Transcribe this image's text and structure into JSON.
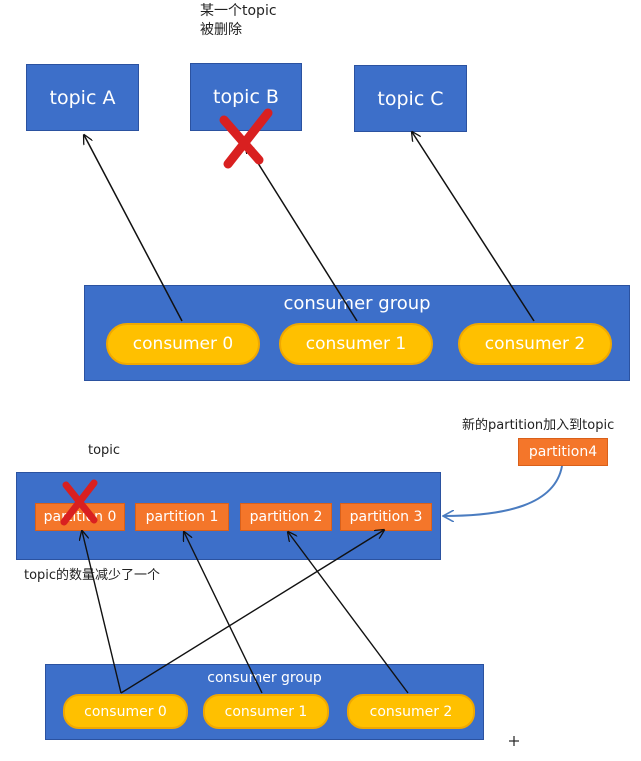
{
  "top_section": {
    "note_line1": "某一个topic",
    "note_line2": "被删除",
    "topics": [
      "topic A",
      "topic B",
      "topic C"
    ],
    "group_label": "consumer group",
    "consumers": [
      "consumer 0",
      "consumer 1",
      "consumer 2"
    ]
  },
  "bottom_section": {
    "topic_label": "topic",
    "partitions": [
      "partition 0",
      "partition 1",
      "partition 2",
      "partition 3"
    ],
    "new_partition_note": "新的partition加入到topic",
    "new_partition": "partition4",
    "decrease_note": "topic的数量减少了一个",
    "group_label": "consumer group",
    "consumers": [
      "consumer 0",
      "consumer 1",
      "consumer 2"
    ]
  },
  "colors": {
    "topic_blue": "#3d6fc9",
    "consumer_yellow": "#ffc000",
    "partition_orange": "#f4762a",
    "cross_red": "#d92020",
    "curve_arrow_blue": "#4a7cc0"
  }
}
